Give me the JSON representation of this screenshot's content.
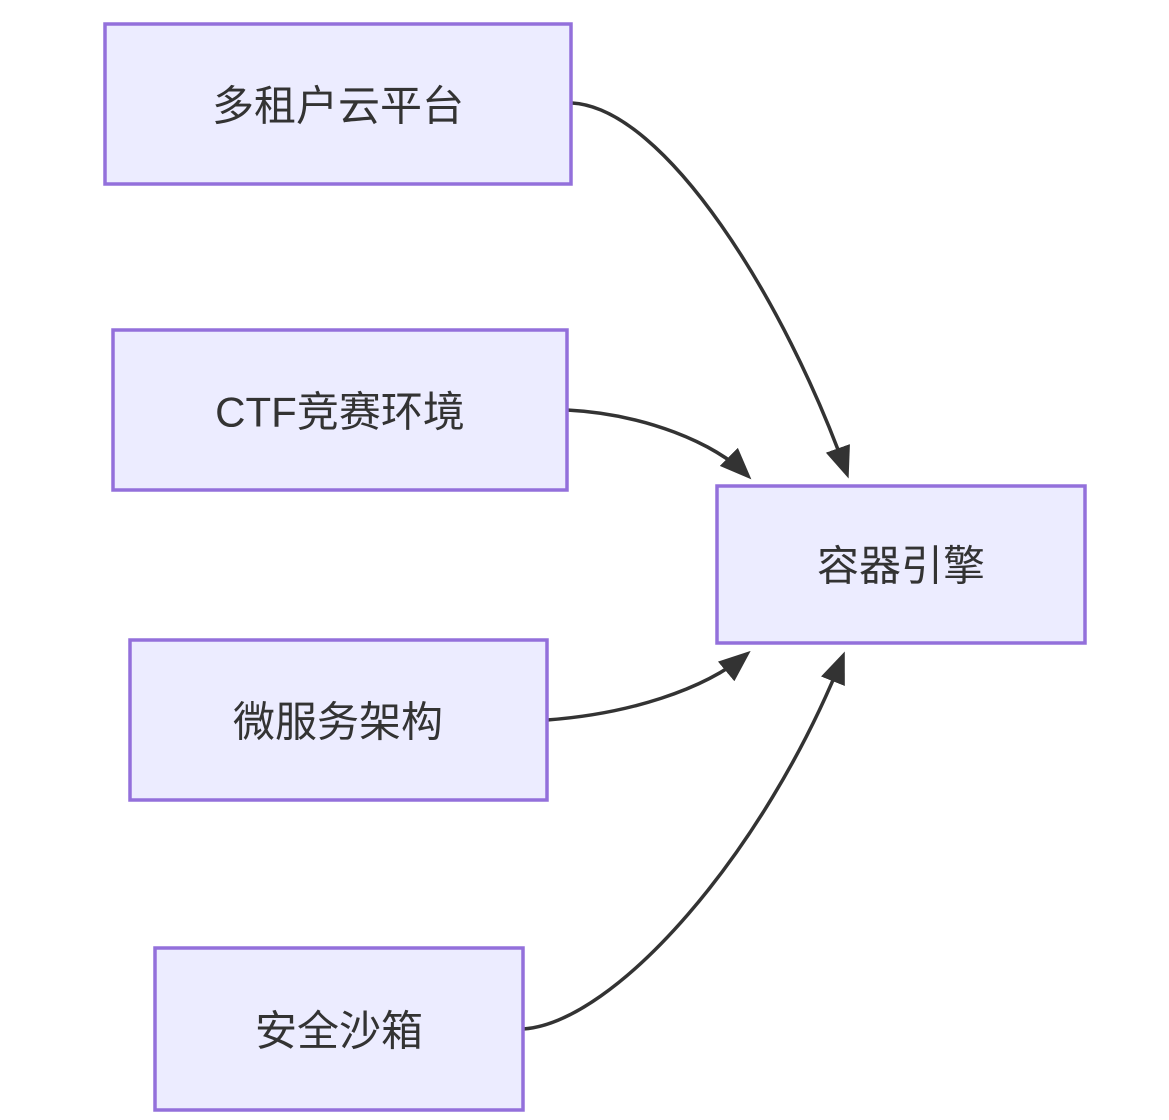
{
  "diagram": {
    "type": "flowchart",
    "direction": "left-to-right",
    "background_color": "#ffffff",
    "node_fill_color": "#ECECFF",
    "node_border_color": "#9370DB",
    "edge_color": "#333333",
    "text_color": "#333333",
    "nodes": [
      {
        "id": "multi-tenant-cloud-platform",
        "label": "多租户云平台"
      },
      {
        "id": "ctf-competition-environment",
        "label": "CTF竞赛环境"
      },
      {
        "id": "microservices-architecture",
        "label": "微服务架构"
      },
      {
        "id": "security-sandbox",
        "label": "安全沙箱"
      },
      {
        "id": "container-engine",
        "label": "容器引擎"
      }
    ],
    "edges": [
      {
        "from": "multi-tenant-cloud-platform",
        "to": "container-engine",
        "arrow": "arrowhead"
      },
      {
        "from": "ctf-competition-environment",
        "to": "container-engine",
        "arrow": "arrowhead"
      },
      {
        "from": "microservices-architecture",
        "to": "container-engine",
        "arrow": "arrowhead"
      },
      {
        "from": "security-sandbox",
        "to": "container-engine",
        "arrow": "arrowhead"
      }
    ]
  }
}
